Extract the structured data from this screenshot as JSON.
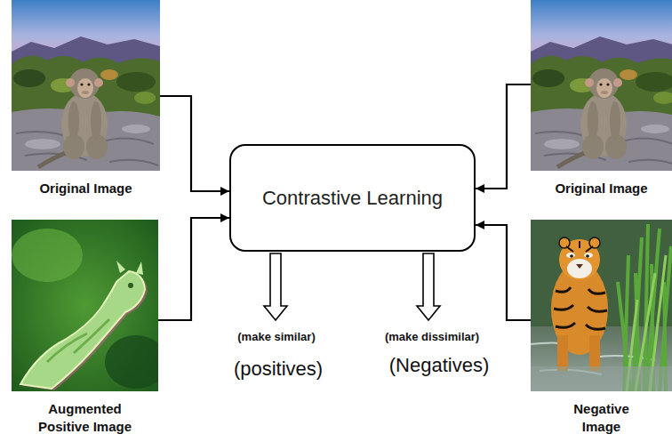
{
  "diagram": {
    "nodes": [
      {
        "text": [
          "Original Image"
        ]
      },
      {
        "text": [
          "Contrastive Learning"
        ]
      },
      {
        "text": [
          "Original Image"
        ]
      },
      {
        "text": [
          "Augmented Positive Image"
        ]
      },
      {
        "text": [
          "Negative Image"
        ]
      }
    ],
    "edges": [
      {
        "from": 0,
        "to": 1,
        "arrow": "to"
      },
      {
        "from": 3,
        "to": 1,
        "arrow": "to"
      },
      {
        "from": 2,
        "to": 1,
        "arrow": "to"
      },
      {
        "from": 4,
        "to": 1,
        "arrow": "to"
      }
    ],
    "labels": [
      "(make similar)",
      "(positives)",
      "(make dissimilar)",
      "(Negatives)"
    ]
  }
}
